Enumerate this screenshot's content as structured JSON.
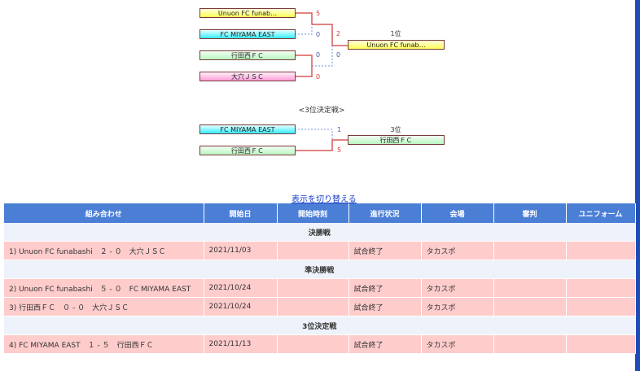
{
  "bracket": {
    "teams": [
      "Unuon FC funab…",
      "FC MIYAMA EAST",
      "行田西ＦＣ",
      "大穴ＪＳＣ"
    ],
    "r1_scores": [
      "5",
      "0",
      "0",
      "0"
    ],
    "final_scores": [
      "2",
      "0"
    ],
    "winner_rank": "1位",
    "winner": "Unuon FC funab…",
    "third_title": "<3位決定戦>",
    "third_teams": [
      "FC MIYAMA EAST",
      "行田西ＦＣ"
    ],
    "third_scores": [
      "1",
      "5"
    ],
    "third_rank": "3位",
    "third_winner": "行田西ＦＣ"
  },
  "toggle_link": "表示を切り替える",
  "table": {
    "headers": [
      "組み合わせ",
      "開始日",
      "開始時刻",
      "進行状況",
      "会場",
      "審判",
      "ユニフォーム"
    ],
    "rounds": [
      {
        "title": "決勝戦",
        "games": [
          {
            "match": "1)  Unuon FC funabashi　２ - ０　大穴ＪＳＣ",
            "date": "2021/11/03",
            "time": "",
            "status": "試合終了",
            "venue": "タカスポ",
            "referee": "",
            "uniform": ""
          }
        ]
      },
      {
        "title": "準決勝戦",
        "games": [
          {
            "match": "2)  Unuon FC funabashi　５ - ０　FC MIYAMA EAST",
            "date": "2021/10/24",
            "time": "",
            "status": "試合終了",
            "venue": "タカスポ",
            "referee": "",
            "uniform": ""
          },
          {
            "match": "3)  行田西ＦＣ　０ - ０　大穴ＪＳＣ",
            "date": "2021/10/24",
            "time": "",
            "status": "試合終了",
            "venue": "タカスポ",
            "referee": "",
            "uniform": ""
          }
        ]
      },
      {
        "title": "3位決定戦",
        "games": [
          {
            "match": "4)  FC MIYAMA EAST　１ - ５　行田西ＦＣ",
            "date": "2021/11/13",
            "time": "",
            "status": "試合終了",
            "venue": "タカスポ",
            "referee": "",
            "uniform": ""
          }
        ]
      }
    ]
  }
}
